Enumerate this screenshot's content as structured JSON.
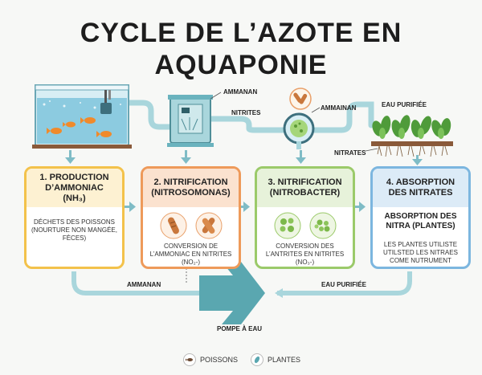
{
  "title_line1": "CYCLE DE L’AZOTE EN",
  "title_line2": "AQUAPONIE",
  "labels": {
    "ammanan_top": "AMMANAN",
    "nitrites": "NITRITES",
    "ammainan": "AMMAINAN",
    "eau_purifiee_top": "EAU PURIFIÉE",
    "nitrates": "NITRATES",
    "ammanan_bottom": "AMMANAN",
    "eau_purifiee_bottom": "EAU PURIFIÉE",
    "pompe": "POMPE À EAU"
  },
  "cards": [
    {
      "title_l1": "1. PRODUCTION",
      "title_l2": "D’AMMONIAC",
      "title_l3": "(NH₃)",
      "body": "DÉCHETS DES POISSONS (NOURTURE NON MANGÉE, FÈCES)"
    },
    {
      "title_l1": "2. NITRIFICATION",
      "title_l2": "(NITROSOMONAS)",
      "body": "CONVERSION DE L’AMMONIAC EN NITRITES (NO₂-)"
    },
    {
      "title_l1": "3. NITRIFICATION",
      "title_l2": "(NITROBACTER)",
      "body": "CONVERSION DES L’ANTRITES EN NITRITES (NO₃-)"
    },
    {
      "title_l1": "4. ABSORPTION",
      "title_l2": "DES NITRATES",
      "sub": "ABSORPTION DES NITRA (PLANTES)",
      "body": "LES PLANTES UTILISTE UTILSTED LES NITRAES COME NUTRUMENT"
    }
  ],
  "legend": [
    {
      "label": "POISSONS",
      "icon": "fish-icon"
    },
    {
      "label": "PLANTES",
      "icon": "leaf-icon"
    }
  ],
  "colors": {
    "pipe": "#a9d6dc",
    "pipe_dark": "#5aaab6",
    "card1": "#f3c24b",
    "card2": "#ee9a5a",
    "card3": "#9bca6a",
    "card4": "#7cb6df"
  }
}
